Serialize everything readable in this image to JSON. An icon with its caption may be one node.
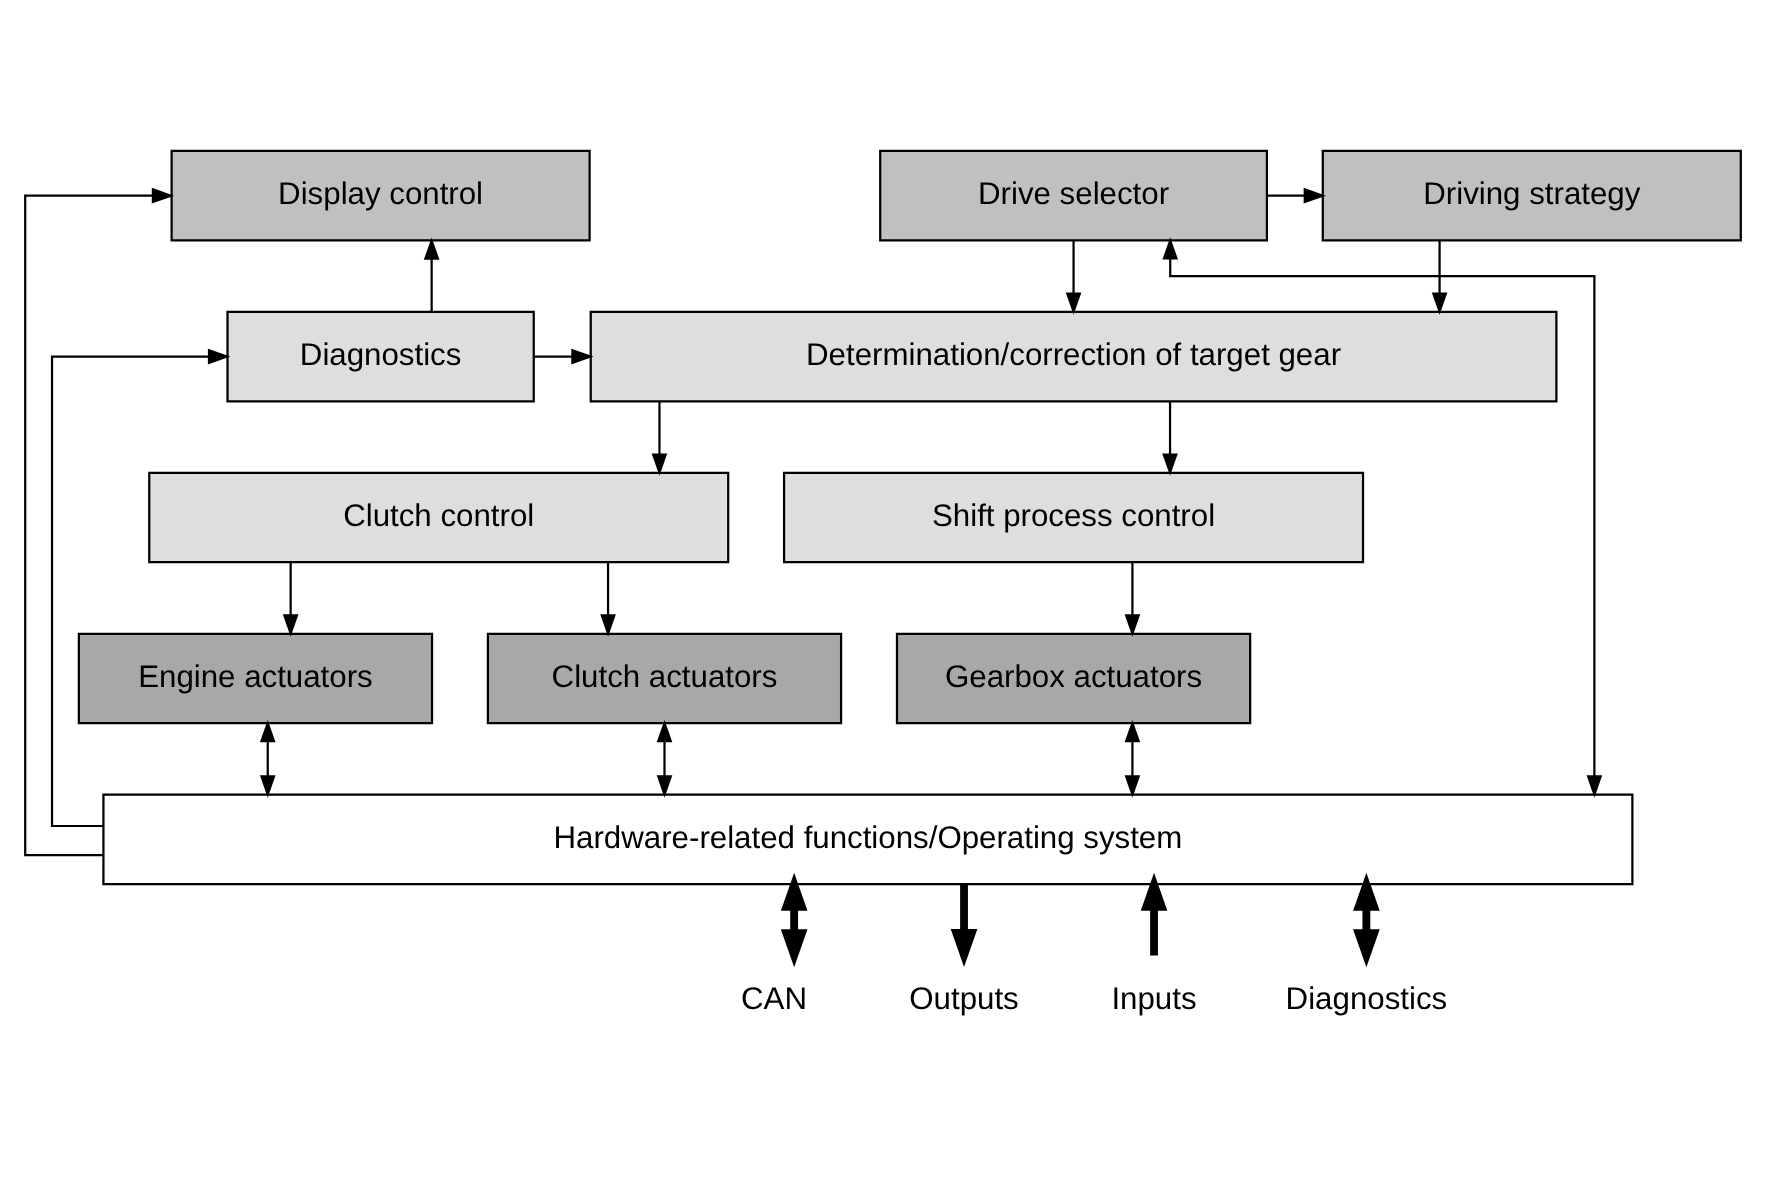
{
  "diagram": {
    "nodes": [
      {
        "text": [
          "Drive selector"
        ]
      },
      {
        "text": [
          "Driving strategy"
        ]
      },
      {
        "text": [
          "Display control"
        ]
      },
      {
        "text": [
          "Determination/correction of target gear"
        ]
      },
      {
        "text": [
          "Diagnostics"
        ]
      },
      {
        "text": [
          "Shift process control"
        ]
      },
      {
        "text": [
          "Clutch control"
        ]
      },
      {
        "text": [
          "Gearbox actuators"
        ]
      },
      {
        "text": [
          "Clutch actuators"
        ]
      },
      {
        "text": [
          "Engine actuators"
        ]
      },
      {
        "text": [
          "Hardware-related functions/Operating system"
        ]
      },
      {
        "text": [
          "CAN"
        ]
      },
      {
        "text": [
          "Inputs"
        ]
      },
      {
        "text": [
          "Outputs"
        ]
      },
      {
        "text": [
          "Diagnostics"
        ]
      }
    ],
    "edges": [
      {
        "from": 0,
        "to": 1,
        "arrow": "to"
      },
      {
        "from": 10,
        "to": 0,
        "arrow": "both"
      },
      {
        "from": 0,
        "to": 3,
        "arrow": "to"
      },
      {
        "from": 1,
        "to": 3,
        "arrow": "to"
      },
      {
        "from": 4,
        "to": 3,
        "arrow": "to"
      },
      {
        "from": 4,
        "to": 2,
        "arrow": "to"
      },
      {
        "from": 10,
        "to": 4,
        "arrow": "to"
      },
      {
        "from": 10,
        "to": 2,
        "arrow": "to"
      },
      {
        "from": 3,
        "to": 5,
        "arrow": "to"
      },
      {
        "from": 3,
        "to": 6,
        "arrow": "to"
      },
      {
        "from": 5,
        "to": 7,
        "arrow": "to"
      },
      {
        "from": 6,
        "to": 8,
        "arrow": "to"
      },
      {
        "from": 6,
        "to": 9,
        "arrow": "to"
      },
      {
        "from": 7,
        "to": 10,
        "arrow": "both"
      },
      {
        "from": 8,
        "to": 10,
        "arrow": "both"
      },
      {
        "from": 9,
        "to": 10,
        "arrow": "both"
      },
      {
        "from": 11,
        "to": 10,
        "arrow": "both",
        "style": "thick"
      },
      {
        "from": 12,
        "to": 10,
        "arrow": "to",
        "style": "thick"
      },
      {
        "from": 10,
        "to": 13,
        "arrow": "to",
        "style": "thick"
      },
      {
        "from": 14,
        "to": 10,
        "arrow": "both",
        "style": "thick"
      }
    ]
  }
}
